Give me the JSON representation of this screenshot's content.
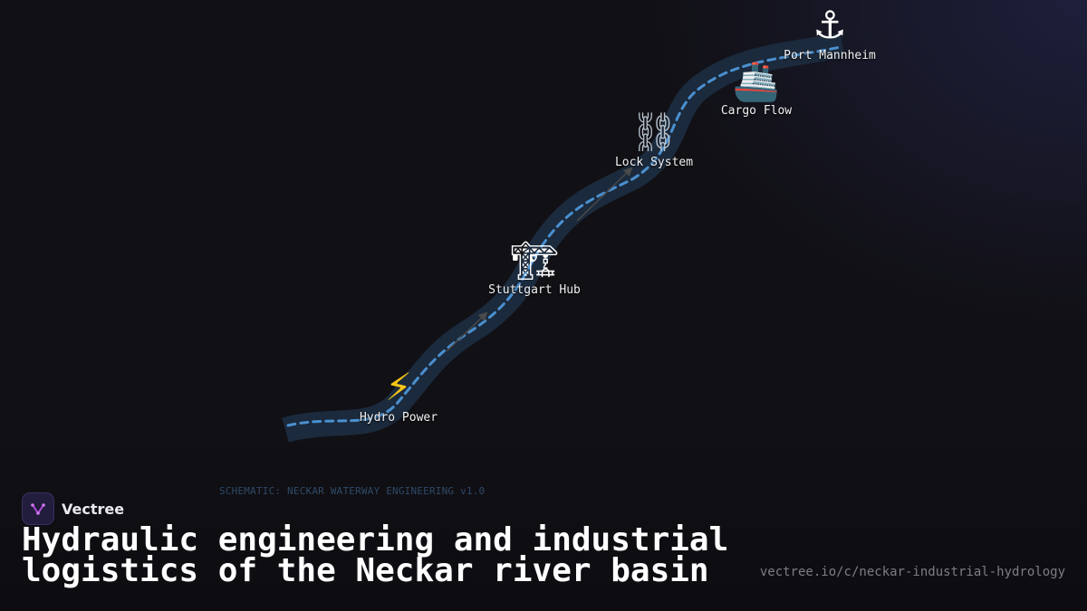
{
  "nodes": [
    {
      "id": "port-mannheim",
      "label": "Port Mannheim",
      "icon": "anchor-icon",
      "glyph": "⚓"
    },
    {
      "id": "cargo-flow",
      "label": "Cargo Flow",
      "icon": "ship-icon",
      "glyph": "🚢"
    },
    {
      "id": "lock-system",
      "label": "Lock System",
      "icon": "chain-icon",
      "glyph": "⛓"
    },
    {
      "id": "stuttgart-hub",
      "label": "Stuttgart Hub",
      "icon": "crane-icon",
      "glyph": "🏗"
    },
    {
      "id": "hydro-power",
      "label": "Hydro Power",
      "icon": "lightning-icon",
      "glyph": "⚡"
    }
  ],
  "schematic_caption": "SCHEMATIC: NECKAR WATERWAY ENGINEERING v1.0",
  "brand": {
    "name": "Vectree"
  },
  "title": "Hydraulic engineering and industrial logistics of the Neckar river basin",
  "url": "vectree.io/c/neckar-industrial-hydrology",
  "colors": {
    "background": "#111015",
    "river_band": "#1b2a3c",
    "river_line": "#4a90d0",
    "arrow": "#4a4a4a",
    "brand_logo": "#b04ad8"
  }
}
